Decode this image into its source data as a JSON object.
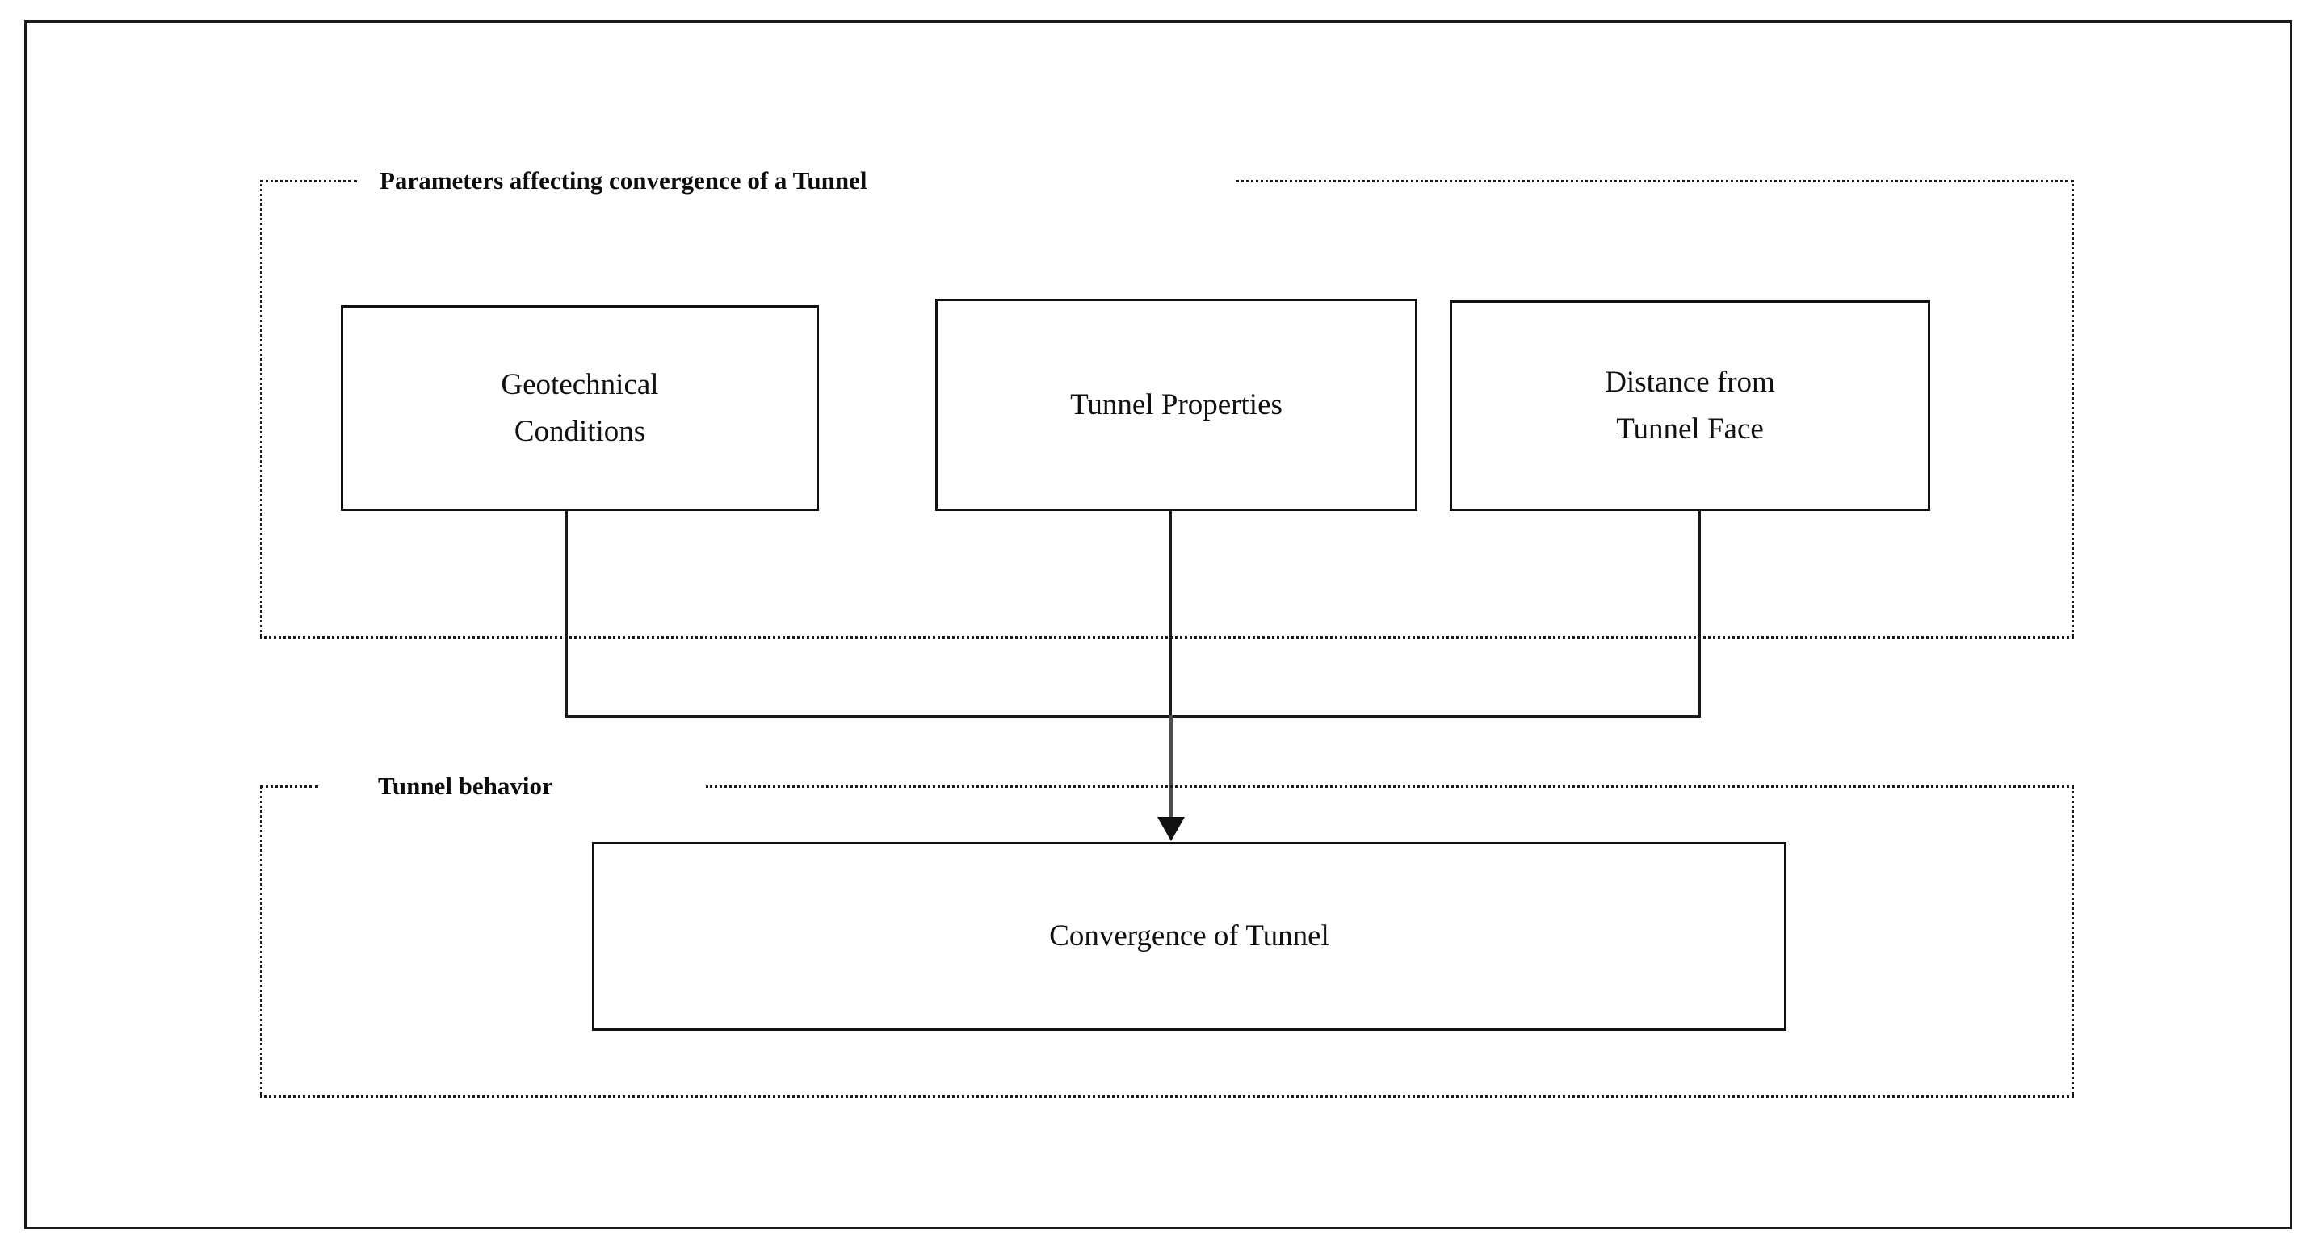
{
  "diagram": {
    "title": "Parameters affecting convergence of a Tunnel flowchart",
    "groups": [
      {
        "id": "parameters-group",
        "label": "Parameters affecting convergence of a Tunnel",
        "border_style": "dotted",
        "border_color": "#1a1a1a"
      },
      {
        "id": "behavior-group",
        "label": "Tunnel behavior",
        "border_style": "dotted",
        "border_color": "#1a1a1a"
      }
    ],
    "nodes": [
      {
        "id": "geotechnical-conditions",
        "lines": [
          "Geotechnical",
          "Conditions"
        ],
        "group": "parameters-group"
      },
      {
        "id": "tunnel-properties",
        "lines": [
          "Tunnel Properties"
        ],
        "group": "parameters-group"
      },
      {
        "id": "distance-from-tunnel-face",
        "lines": [
          "Distance from",
          "Tunnel Face"
        ],
        "group": "parameters-group"
      },
      {
        "id": "convergence-of-tunnel",
        "lines": [
          "Convergence of Tunnel"
        ],
        "group": "behavior-group"
      }
    ],
    "edges": [
      {
        "id": "geotechnical-to-junction",
        "from": "geotechnical-conditions",
        "to": "junction-bus",
        "arrowhead": false
      },
      {
        "id": "distance-to-junction",
        "from": "distance-from-tunnel-face",
        "to": "junction-bus",
        "arrowhead": false
      },
      {
        "id": "junction-bus",
        "from": "junction-bus",
        "to": "convergence-of-tunnel",
        "arrowhead": false
      },
      {
        "id": "tunnel-properties-to-convergence",
        "from": "tunnel-properties",
        "to": "convergence-of-tunnel",
        "arrowhead": true,
        "arrow_color": "#4d4d4d"
      }
    ],
    "colors": {
      "frame": "#1a1a1a",
      "node_border": "#111111",
      "text": "#111111",
      "background": "#ffffff"
    }
  }
}
